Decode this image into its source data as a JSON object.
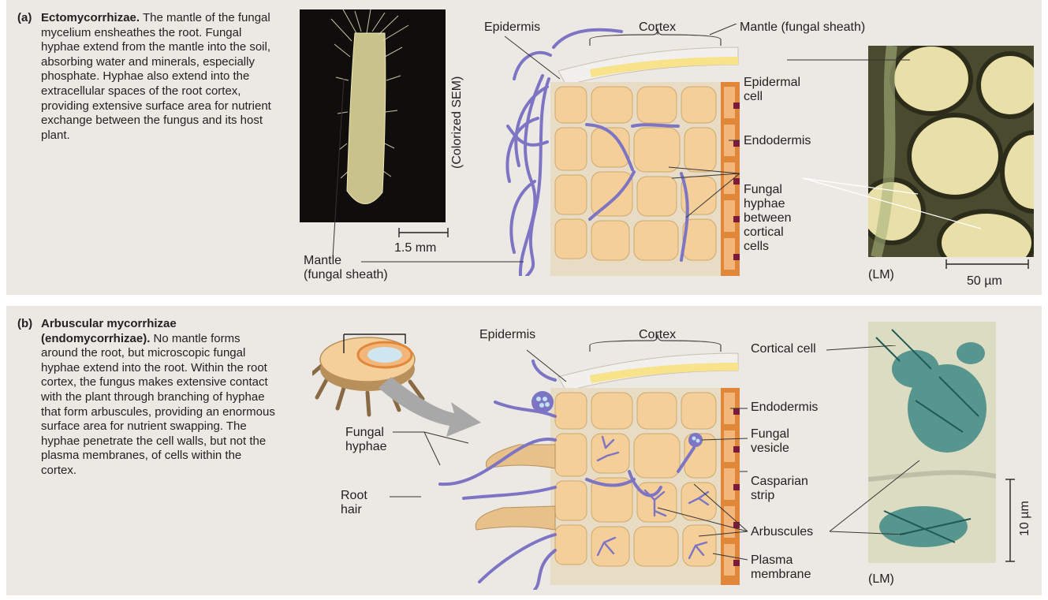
{
  "panel_a": {
    "panel_label": "(a)",
    "title": "Ectomycorrhizae.",
    "body": "The mantle of the fungal mycelium ensheathes the root. Fungal hyphae extend from the mantle into the soil, absorbing water and minerals, especially phosphate. Hyphae also extend into the extracellular spaces of the root cortex, providing extensive surface area for nutrient exchange between the fungus and its host plant.",
    "scale_sem": "1.5 mm",
    "sem_caption": "(Colorized SEM)",
    "label_mantle_line1": "Mantle",
    "label_mantle_line2": "(fungal sheath)",
    "label_epidermis": "Epidermis",
    "label_cortex": "Cortex",
    "label_mantle_top": "Mantle (fungal sheath)",
    "label_epidermal_line1": "Epidermal",
    "label_epidermal_line2": "cell",
    "label_endodermis": "Endodermis",
    "label_hyphae_line1": "Fungal",
    "label_hyphae_line2": "hyphae",
    "label_hyphae_line3": "between",
    "label_hyphae_line4": "cortical",
    "label_hyphae_line5": "cells",
    "lm_caption": "(LM)",
    "scale_lm": "50 µm"
  },
  "panel_b": {
    "panel_label": "(b)",
    "title_line1": "Arbuscular mycorrhizae",
    "title_line2": "(endomycorrhizae).",
    "body": "No mantle forms around the root, but microscopic fungal hyphae extend into the root. Within the root cortex, the fungus makes extensive contact with the plant through branching of hyphae that form arbuscules, providing an enormous surface area for nutrient swapping. The hyphae penetrate the cell walls, but not the plasma membranes, of cells within the cortex.",
    "label_epidermis": "Epidermis",
    "label_cortex": "Cortex",
    "label_fungal_hyphae_line1": "Fungal",
    "label_fungal_hyphae_line2": "hyphae",
    "label_root_hair_line1": "Root",
    "label_root_hair_line2": "hair",
    "label_cortical_cell": "Cortical cell",
    "label_endodermis": "Endodermis",
    "label_vesicle_line1": "Fungal",
    "label_vesicle_line2": "vesicle",
    "label_casparian_line1": "Casparian",
    "label_casparian_line2": "strip",
    "label_arbuscules": "Arbuscules",
    "label_plasma_line1": "Plasma",
    "label_plasma_line2": "membrane",
    "lm_caption": "(LM)",
    "scale_lm": "10 µm"
  },
  "colors": {
    "panel_bg": "#ece9e4",
    "hyphae": "#7d74c4",
    "cell_fill": "#f4cf9a",
    "cell_wall": "#e8dcc4",
    "endodermis": "#e0873a",
    "casparian": "#7a1c3a"
  }
}
